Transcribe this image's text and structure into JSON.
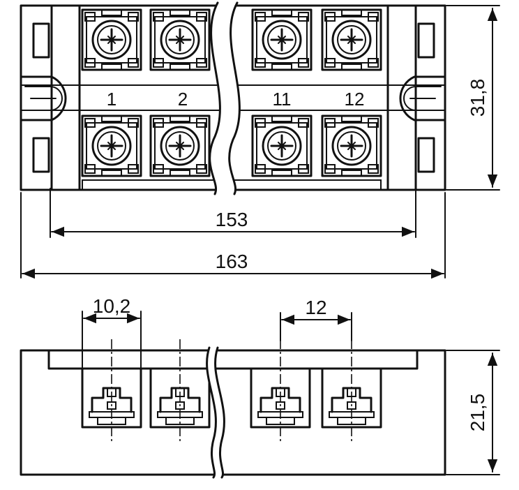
{
  "top_view": {
    "terminal_numbers": [
      "1",
      "2",
      "11",
      "12"
    ]
  },
  "dimensions": {
    "height_top": "31,8",
    "inner_length": "153",
    "overall_length": "163",
    "terminal_width": "10,2",
    "pitch": "12",
    "height_side": "21,5"
  },
  "colors": {
    "line": "#111111",
    "background": "#ffffff"
  },
  "icons": {
    "screw": "phillips-screw-icon"
  }
}
